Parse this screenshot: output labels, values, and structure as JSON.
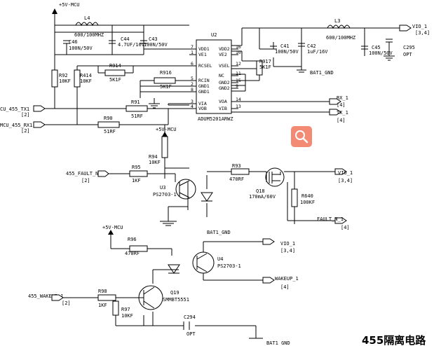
{
  "title": "455隔离电路",
  "supplies": {
    "p5v_mcu": "+5V-MCU",
    "bat1_gnd": "BAT1_GND",
    "bat1_gnd_sp": "BAT1 GND",
    "vio1": "VIO_1"
  },
  "refs": {
    "r34": "[3,4]",
    "r2": "[2]",
    "r4": "[4]"
  },
  "ic": {
    "name": "U2",
    "part": "ADUM5201ARWZ",
    "left_pins": [
      {
        "num": "7",
        "label": "VDD1"
      },
      {
        "num": "1",
        "label": "VE1"
      },
      {
        "num": "6",
        "label": "RCSEL"
      },
      {
        "num": "5",
        "label": "RCIN"
      },
      {
        "num": "2",
        "label": "GND1"
      },
      {
        "num": "8",
        "label": "GND1"
      },
      {
        "num": "3",
        "label": "VIA"
      },
      {
        "num": "4",
        "label": "VOB"
      }
    ],
    "right_pins": [
      {
        "num": "16",
        "label": "VDD2"
      },
      {
        "num": "10",
        "label": "VE2"
      },
      {
        "num": "12",
        "label": "VSEL"
      },
      {
        "num": "11",
        "label": "NC"
      },
      {
        "num": "15",
        "label": "GND2"
      },
      {
        "num": "9",
        "label": "GND2"
      },
      {
        "num": "14",
        "label": "VOA"
      },
      {
        "num": "13",
        "label": "VIB"
      }
    ]
  },
  "parts": {
    "L4": {
      "ref": "L4",
      "val": "600/100MHZ"
    },
    "C46": {
      "ref": "C46",
      "val": "100N/50V"
    },
    "C44": {
      "ref": "C44",
      "val": "4.7UF/16V"
    },
    "C43": {
      "ref": "C43",
      "val": "100N/50V"
    },
    "L3": {
      "ref": "L3",
      "val": "600/100MHZ"
    },
    "C41": {
      "ref": "C41",
      "val": "100N/50V"
    },
    "C42": {
      "ref": "C42",
      "val": "1uF/16V"
    },
    "C45": {
      "ref": "C45",
      "val": "100N/50V"
    },
    "C295": {
      "ref": "C295",
      "val": "OPT"
    },
    "R92": {
      "ref": "R92",
      "val": "10KF"
    },
    "R414": {
      "ref": "R414",
      "val": "10KF"
    },
    "R914": {
      "ref": "R914",
      "val": "5K1F"
    },
    "R916": {
      "ref": "R916",
      "val": "5K1F"
    },
    "R917": {
      "ref": "R917",
      "val": "5K1F"
    },
    "R91": {
      "ref": "R91",
      "val": "51RF"
    },
    "R90": {
      "ref": "R90",
      "val": "51RF"
    },
    "R94": {
      "ref": "R94",
      "val": "10KF"
    },
    "R95": {
      "ref": "R95",
      "val": "1KF"
    },
    "R93": {
      "ref": "R93",
      "val": "470RF"
    },
    "R640": {
      "ref": "R640",
      "val": "100KF"
    },
    "Q18": {
      "ref": "Q18",
      "val": "170mA/60V"
    },
    "U3": {
      "ref": "U3",
      "val": "PS2703-1"
    },
    "U4": {
      "ref": "U4",
      "val": "PS2703-1"
    },
    "R96": {
      "ref": "R96",
      "val": "470RF"
    },
    "R98": {
      "ref": "R98",
      "val": "1KF"
    },
    "R97": {
      "ref": "R97",
      "val": "10KF"
    },
    "Q19": {
      "ref": "Q19",
      "val": "SMMBT5551"
    },
    "C294": {
      "ref": "C294",
      "val": "OPT"
    }
  },
  "nets": {
    "cu_tx": "CU_455_TX1",
    "mcu_rx": "MCU_455_RX1",
    "rx1": "RX_1",
    "tx1": "TX_1",
    "fault_n": "455_FAULT_N_1",
    "fault_n1": "FAULT_N_1",
    "wakeup": "455_WAKEUP_1",
    "wakeup1": "WAKEUP_1"
  }
}
